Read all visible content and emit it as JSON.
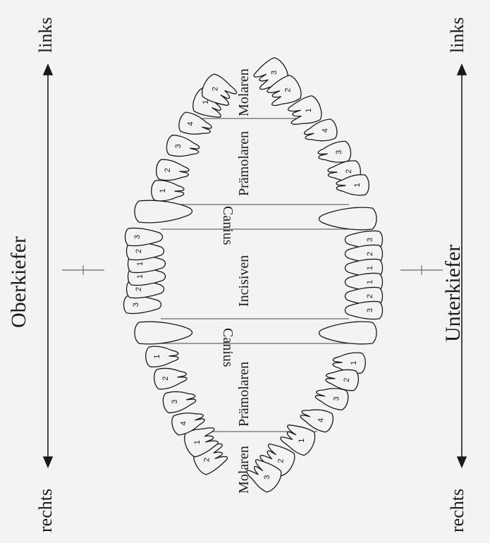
{
  "upper_jaw": {
    "label": "Oberkiefer",
    "left": "links",
    "right": "rechts"
  },
  "lower_jaw": {
    "label": "Unterkiefer",
    "left": "links",
    "right": "rechts"
  },
  "groups": {
    "molars": "Molaren",
    "premolars": "Prämolaren",
    "canine": "Canius",
    "incisors": "Incisiven"
  },
  "tooth_numbers": {
    "molar": [
      "1",
      "2",
      "3"
    ],
    "premolar": [
      "1",
      "2",
      "3",
      "4"
    ],
    "incisor": [
      "1",
      "2",
      "3"
    ]
  },
  "colors": {
    "ink": "#1a1a1a",
    "paper": "#f3f3f1"
  }
}
